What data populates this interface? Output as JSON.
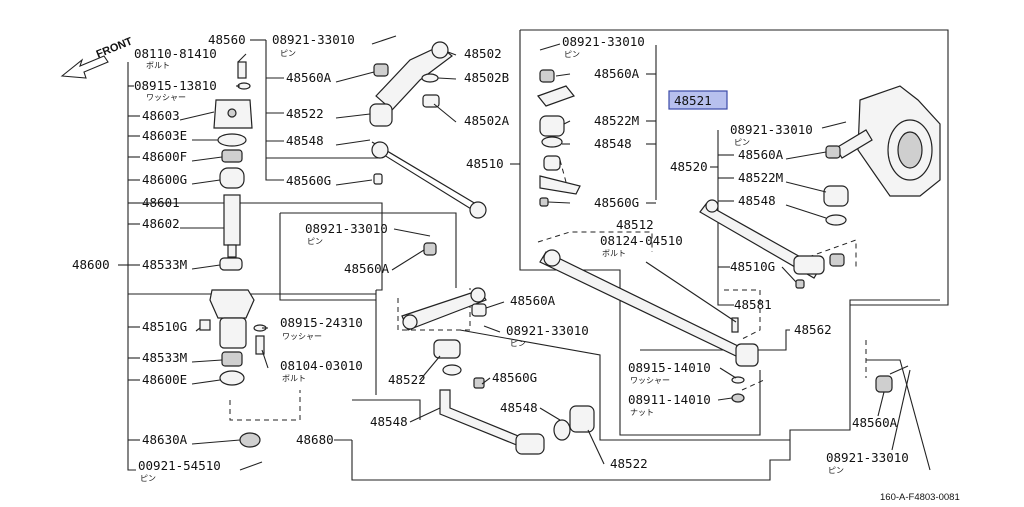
{
  "front_label": "FRONT",
  "reference_code": "160-A-F4803-0081",
  "highlight": {
    "part": "48521",
    "color": "#b7c0ee",
    "border": "#3b4aa8"
  },
  "callouts": [
    {
      "id": "c01",
      "code": "48560",
      "sub": ""
    },
    {
      "id": "c02",
      "code": "08921-33010",
      "sub": "ピン"
    },
    {
      "id": "c03",
      "code": "48502",
      "sub": ""
    },
    {
      "id": "c04",
      "code": "48560A",
      "sub": ""
    },
    {
      "id": "c05",
      "code": "48502B",
      "sub": ""
    },
    {
      "id": "c06",
      "code": "48522",
      "sub": ""
    },
    {
      "id": "c07",
      "code": "48502A",
      "sub": ""
    },
    {
      "id": "c08",
      "code": "48548",
      "sub": ""
    },
    {
      "id": "c09",
      "code": "48560G",
      "sub": ""
    },
    {
      "id": "c10",
      "code": "08110-81410",
      "sub": "ボルト"
    },
    {
      "id": "c11",
      "code": "08915-13810",
      "sub": "ワッシャー"
    },
    {
      "id": "c12",
      "code": "48603",
      "sub": ""
    },
    {
      "id": "c13",
      "code": "48603E",
      "sub": ""
    },
    {
      "id": "c14",
      "code": "48600F",
      "sub": ""
    },
    {
      "id": "c15",
      "code": "48600G",
      "sub": ""
    },
    {
      "id": "c16",
      "code": "48601",
      "sub": ""
    },
    {
      "id": "c17",
      "code": "48602",
      "sub": ""
    },
    {
      "id": "c18",
      "code": "48600",
      "sub": ""
    },
    {
      "id": "c19",
      "code": "48533M",
      "sub": ""
    },
    {
      "id": "c20",
      "code": "48510G",
      "sub": ""
    },
    {
      "id": "c21",
      "code": "48533M",
      "sub": ""
    },
    {
      "id": "c22",
      "code": "48600E",
      "sub": ""
    },
    {
      "id": "c23",
      "code": "48630A",
      "sub": ""
    },
    {
      "id": "c24",
      "code": "00921-54510",
      "sub": "ピン"
    },
    {
      "id": "c25",
      "code": "08921-33010",
      "sub": "ピン"
    },
    {
      "id": "c26",
      "code": "48560A",
      "sub": ""
    },
    {
      "id": "c27",
      "code": "08915-24310",
      "sub": "ワッシャー"
    },
    {
      "id": "c28",
      "code": "08104-03010",
      "sub": "ボルト"
    },
    {
      "id": "c29",
      "code": "48560A",
      "sub": ""
    },
    {
      "id": "c30",
      "code": "08921-33010",
      "sub": "ピン"
    },
    {
      "id": "c31",
      "code": "48522",
      "sub": ""
    },
    {
      "id": "c32",
      "code": "48560G",
      "sub": ""
    },
    {
      "id": "c33",
      "code": "48548",
      "sub": ""
    },
    {
      "id": "c34",
      "code": "48548",
      "sub": ""
    },
    {
      "id": "c35",
      "code": "48680",
      "sub": ""
    },
    {
      "id": "c36",
      "code": "48522",
      "sub": ""
    },
    {
      "id": "c37",
      "code": "08921-33010",
      "sub": "ピン"
    },
    {
      "id": "c38",
      "code": "48560A",
      "sub": ""
    },
    {
      "id": "c39",
      "code": "48521",
      "sub": ""
    },
    {
      "id": "c40",
      "code": "48522M",
      "sub": ""
    },
    {
      "id": "c41",
      "code": "48548",
      "sub": ""
    },
    {
      "id": "c42",
      "code": "48510",
      "sub": ""
    },
    {
      "id": "c43",
      "code": "48560G",
      "sub": ""
    },
    {
      "id": "c44",
      "code": "48512",
      "sub": ""
    },
    {
      "id": "c45",
      "code": "08124-04510",
      "sub": "ボルト"
    },
    {
      "id": "c46",
      "code": "08921-33010",
      "sub": "ピン"
    },
    {
      "id": "c47",
      "code": "48520",
      "sub": ""
    },
    {
      "id": "c48",
      "code": "48560A",
      "sub": ""
    },
    {
      "id": "c49",
      "code": "48522M",
      "sub": ""
    },
    {
      "id": "c50",
      "code": "48548",
      "sub": ""
    },
    {
      "id": "c51",
      "code": "48510G",
      "sub": ""
    },
    {
      "id": "c52",
      "code": "48581",
      "sub": ""
    },
    {
      "id": "c53",
      "code": "48562",
      "sub": ""
    },
    {
      "id": "c54",
      "code": "08915-14010",
      "sub": "ワッシャー"
    },
    {
      "id": "c55",
      "code": "08911-14010",
      "sub": "ナット"
    },
    {
      "id": "c56",
      "code": "48560A",
      "sub": ""
    },
    {
      "id": "c57",
      "code": "08921-33010",
      "sub": "ピン"
    }
  ]
}
